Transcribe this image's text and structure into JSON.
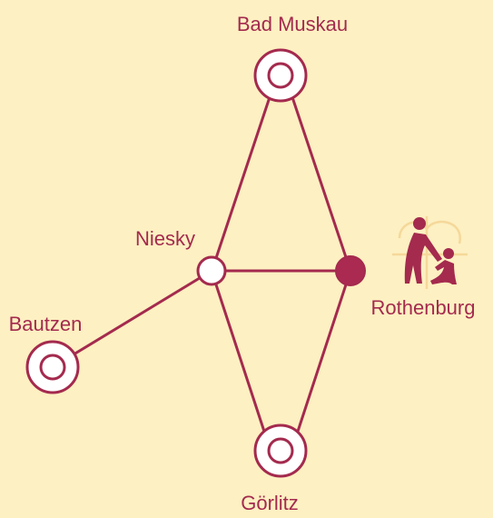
{
  "map": {
    "background_color": "#fdf0c2",
    "route_color": "#a42a4e",
    "highlight_color": "#ab2a52",
    "logo_tint_color": "#f7ddb0",
    "cities": {
      "bad_muskau": {
        "label": "Bad Muskau",
        "marker": "double-circle"
      },
      "niesky": {
        "label": "Niesky",
        "marker": "open-circle"
      },
      "rothenburg": {
        "label": "Rothenburg",
        "marker": "filled-circle"
      },
      "bautzen": {
        "label": "Bautzen",
        "marker": "double-circle"
      },
      "goerlitz": {
        "label": "Görlitz",
        "marker": "double-circle"
      }
    },
    "routes": [
      {
        "from": "Bad Muskau",
        "to": "Niesky"
      },
      {
        "from": "Bad Muskau",
        "to": "Rothenburg"
      },
      {
        "from": "Niesky",
        "to": "Rothenburg"
      },
      {
        "from": "Niesky",
        "to": "Bautzen"
      },
      {
        "from": "Niesky",
        "to": "Görlitz"
      },
      {
        "from": "Rothenburg",
        "to": "Görlitz"
      }
    ],
    "logo_icon": "helping-hand-figures-icon"
  }
}
